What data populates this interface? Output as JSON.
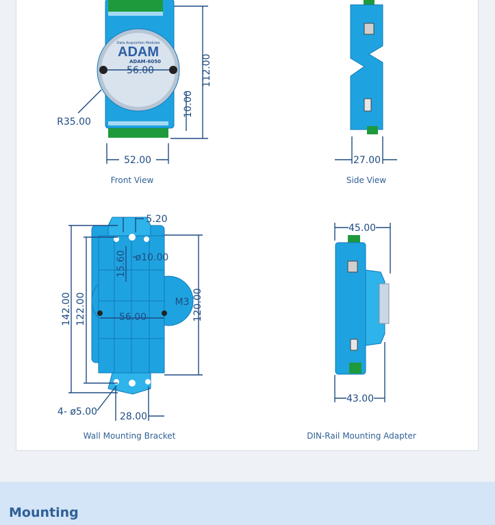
{
  "colors": {
    "accent": "#1fa3e0",
    "text": "#2f5f96",
    "dimension": "#1e4b82",
    "terminal": "#1e9a3c",
    "band": "#d3e5f7"
  },
  "views": {
    "front": {
      "caption": "Front View",
      "dims": {
        "r": "R35.00",
        "height": "112.00",
        "inner": "10.00",
        "width": "52.00",
        "label_span": "56.00"
      },
      "label": {
        "brand": "ADAM",
        "model": "ADAM-6050",
        "tag": "Data Acquisition Modules"
      }
    },
    "side": {
      "caption": "Side View",
      "dims": {
        "depth": "27.00"
      }
    },
    "wall": {
      "caption": "Wall Mounting Bracket",
      "dims": {
        "top_offset": "5.20",
        "hole": "ø10.00",
        "slot": "15.60",
        "outer_h": "142.00",
        "inner_h": "122.00",
        "span": "56.00",
        "mount_h": "120.00",
        "screw": "M3",
        "holes": "4- ø5.00",
        "bottom_w": "28.00"
      }
    },
    "din": {
      "caption": "DIN-Rail Mounting Adapter",
      "dims": {
        "top": "45.00",
        "bottom": "43.00"
      }
    }
  },
  "section": {
    "title": "Mounting"
  }
}
